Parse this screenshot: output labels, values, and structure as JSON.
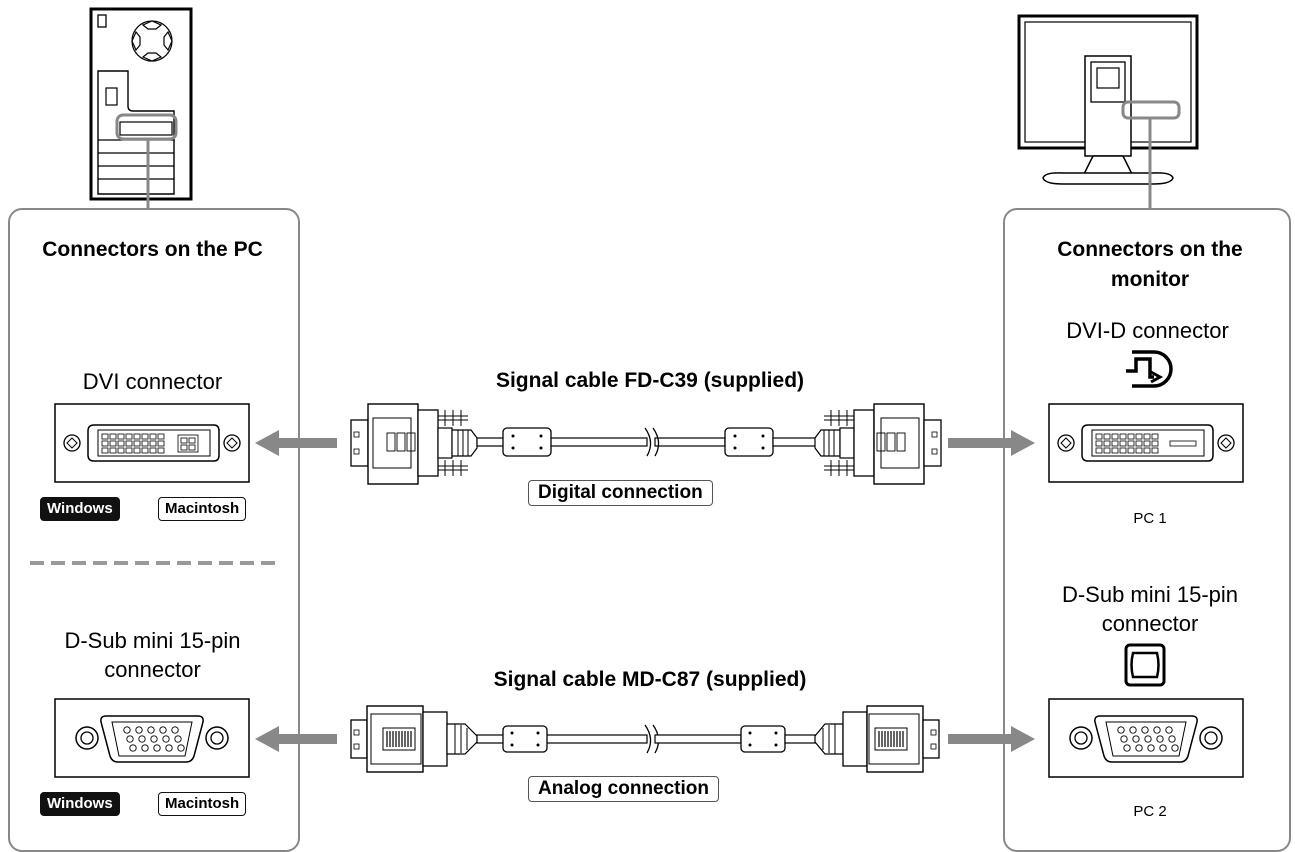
{
  "pc": {
    "heading": "Connectors on the PC",
    "dvi_label": "DVI connector",
    "dsub_label": "D-Sub mini 15-pin connector",
    "badges": {
      "windows": "Windows",
      "macintosh": "Macintosh"
    }
  },
  "monitor": {
    "heading": "Connectors on the monitor",
    "dvi_label": "DVI-D connector",
    "dsub_label": "D-Sub mini 15-pin connector",
    "pc1": "PC 1",
    "pc2": "PC 2"
  },
  "cables": {
    "digital": {
      "title": "Signal cable FD-C39 (supplied)",
      "connection": "Digital connection"
    },
    "analog": {
      "title": "Signal cable MD-C87 (supplied)",
      "connection": "Analog connection"
    }
  },
  "colors": {
    "arrow": "#888888",
    "panel_border": "#888888",
    "badge_dark": "#111111"
  }
}
